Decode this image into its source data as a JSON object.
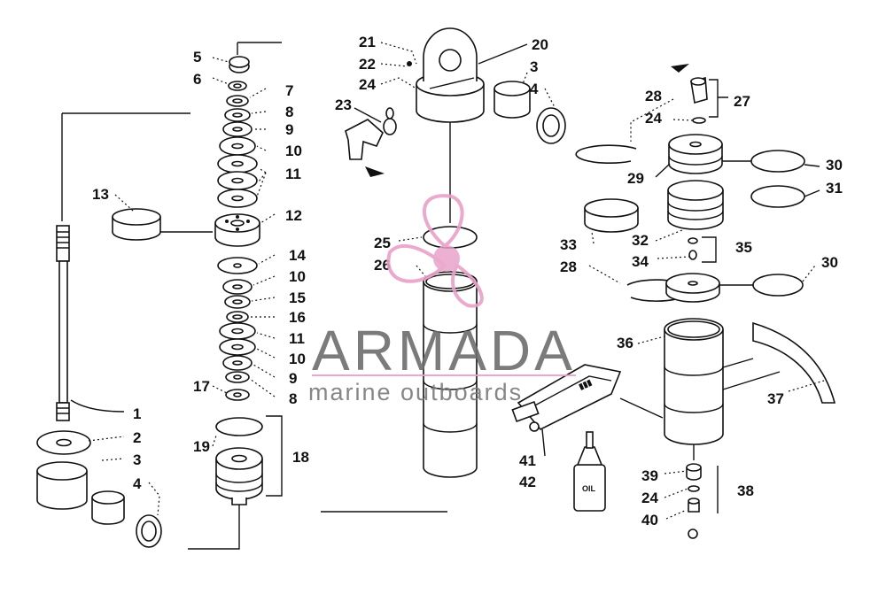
{
  "diagram": {
    "labels": [
      "1",
      "2",
      "3",
      "4",
      "5",
      "6",
      "7",
      "8",
      "9",
      "10",
      "11",
      "12",
      "13",
      "14",
      "10",
      "15",
      "16",
      "11",
      "10",
      "9",
      "8",
      "17",
      "18",
      "19",
      "21",
      "20",
      "22",
      "3",
      "24",
      "4",
      "23",
      "25",
      "26",
      "28",
      "27",
      "24",
      "29",
      "30",
      "31",
      "32",
      "35",
      "33",
      "34",
      "28",
      "30",
      "36",
      "37",
      "41",
      "42",
      "39",
      "24",
      "40",
      "38"
    ],
    "oil_label": "OIL"
  },
  "watermark": {
    "brand": "ARMADA",
    "tagline": "marine outboards",
    "colors": {
      "accent": "#e8a0c8",
      "text": "#6d6d6d"
    }
  }
}
